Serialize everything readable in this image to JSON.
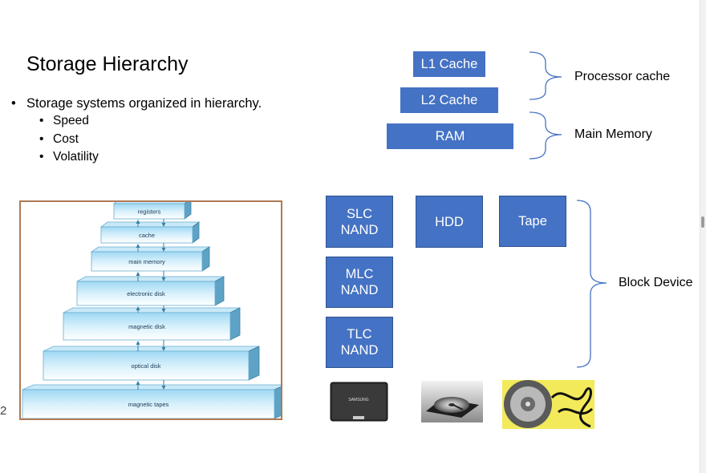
{
  "slide": {
    "title": "Storage Hierarchy",
    "bullet": "Storage systems organized in hierarchy.",
    "subbullets": [
      "Speed",
      "Cost",
      "Volatility"
    ],
    "page_number": "2"
  },
  "cache_diagram": {
    "l1": "L1 Cache",
    "l2": "L2 Cache",
    "ram": "RAM",
    "processor_cache_label": "Processor cache",
    "main_memory_label": "Main Memory"
  },
  "devices": {
    "slc_1": "SLC",
    "slc_2": "NAND",
    "mlc_1": "MLC",
    "mlc_2": "NAND",
    "tlc_1": "TLC",
    "tlc_2": "NAND",
    "hdd": "HDD",
    "tape": "Tape",
    "block_device_label": "Block Device",
    "ssd_brand": "SAMSUNG"
  },
  "pyramid": {
    "levels": [
      "registers",
      "cache",
      "main memory",
      "electronic disk",
      "magnetic disk",
      "optical disk",
      "magnetic tapes"
    ]
  },
  "colors": {
    "box_fill": "#4472C4",
    "box_border": "#2F528F",
    "bracket": "#4472C4"
  }
}
